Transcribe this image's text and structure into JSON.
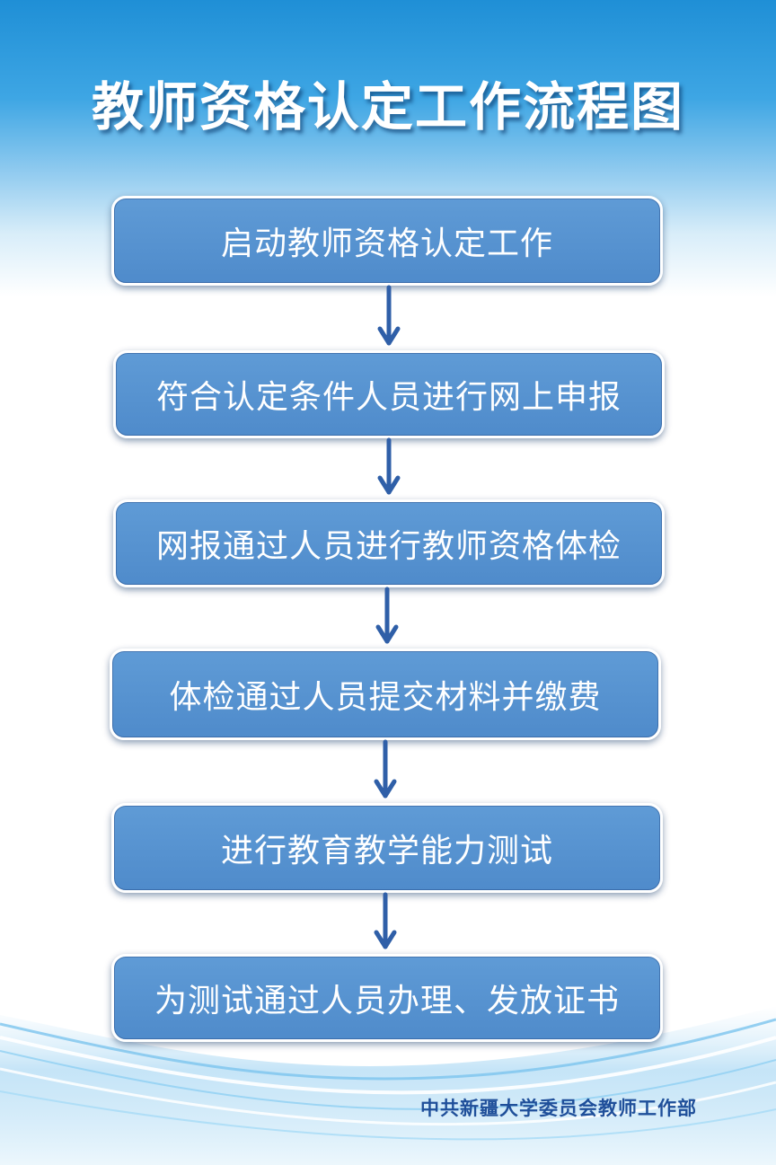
{
  "title": "教师资格认定工作流程图",
  "steps": [
    "启动教师资格认定工作",
    "符合认定条件人员进行网上申报",
    "网报通过人员进行教师资格体检",
    "体检通过人员提交材料并缴费",
    "进行教育教学能力测试",
    "为测试通过人员办理、发放证书"
  ],
  "footer": "中共新疆大学委员会教师工作部",
  "colors": {
    "box": "#5a96d2",
    "arrow": "#2f5fa8",
    "header": "#1f8fd6",
    "footer_text": "#1f4f9a"
  }
}
